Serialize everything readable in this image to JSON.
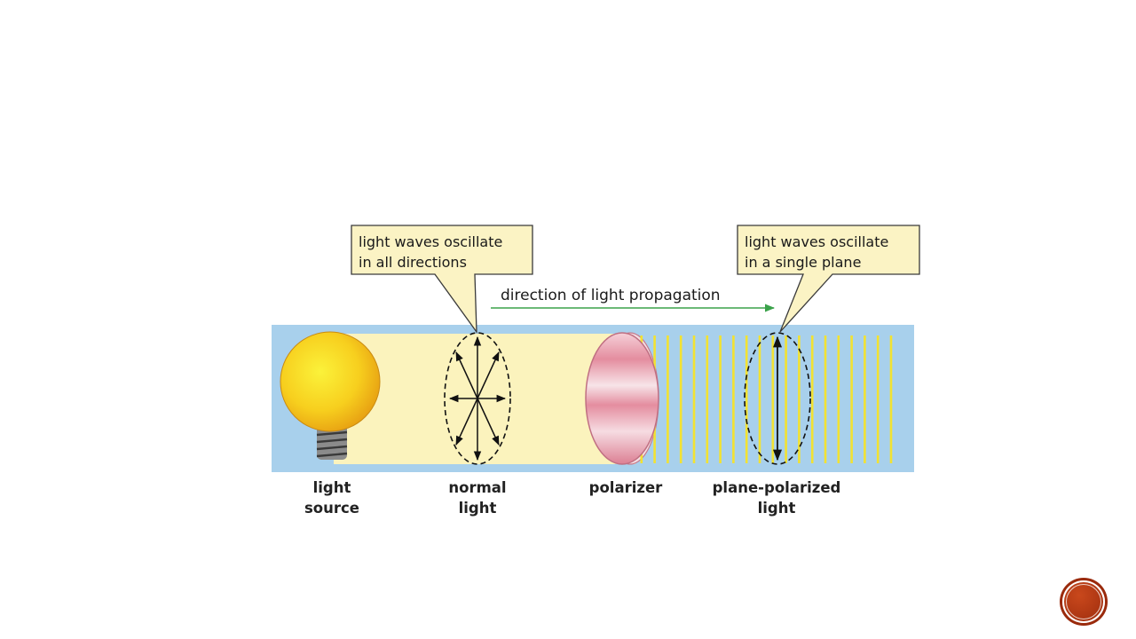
{
  "diagram": {
    "callouts": [
      {
        "lines": [
          "light waves oscillate",
          "in all directions"
        ]
      },
      {
        "lines": [
          "light waves oscillate",
          "in a single plane"
        ]
      }
    ],
    "propagation_label": "direction of light propagation",
    "captions": [
      {
        "lines": [
          "light",
          "source"
        ]
      },
      {
        "lines": [
          "normal",
          "light"
        ]
      },
      {
        "lines": [
          "polarizer"
        ]
      },
      {
        "lines": [
          "plane-polarized",
          "light"
        ]
      }
    ]
  },
  "colors": {
    "outer_band": "#a8d0ec",
    "beam": "#fbf3bd",
    "callout_fill": "#fbf3c4",
    "polarized_lines": "#f2e232",
    "arrow_green": "#3aa24a",
    "polarizer": "#e8a0ae",
    "badge": "#b3391a"
  },
  "footer": {
    "icon": "circle-badge-icon"
  }
}
